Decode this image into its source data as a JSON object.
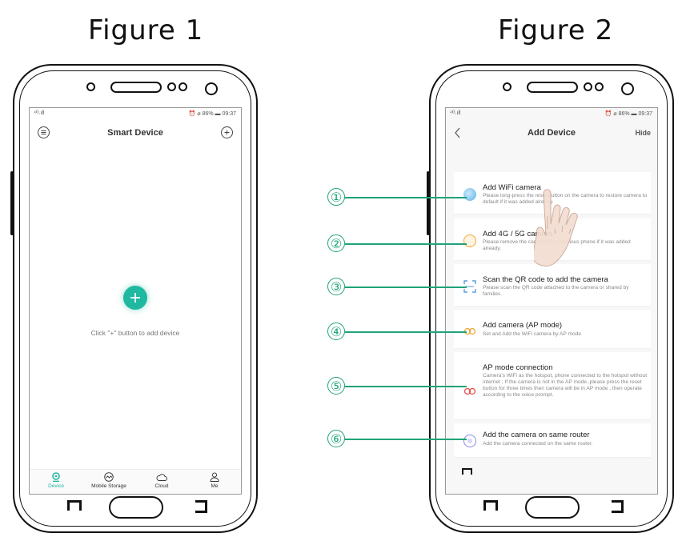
{
  "figures": {
    "left_title": "Figure 1",
    "right_title": "Figure 2"
  },
  "phone1": {
    "status_signal": "⁴ᴳ.ıll",
    "status_right": "⏰ ⌀ 86% ▬ 09:37",
    "menu_icon": "list-icon",
    "add_icon": "plus-circle-icon",
    "title": "Smart Device",
    "empty_hint": "Click \"+\" button to add device",
    "add_button_icon": "plus-icon",
    "tabs": [
      {
        "label": "Device",
        "icon": "camera-icon",
        "active": true
      },
      {
        "label": "Mobile Storage",
        "icon": "storage-icon",
        "active": false
      },
      {
        "label": "Cloud",
        "icon": "cloud-icon",
        "active": false
      },
      {
        "label": "Me",
        "icon": "person-icon",
        "active": false
      }
    ],
    "accent": "#1fb8a0"
  },
  "phone2": {
    "status_signal": "⁴ᴳ.ıll",
    "status_right": "⏰ ⌀ 86% ▬ 09:37",
    "back_icon": "chevron-left-icon",
    "title": "Add Device",
    "hide_label": "Hide",
    "items": [
      {
        "num": "①",
        "title": "Add WiFi camera",
        "desc": "Please long-press the reset button on the camera to restore camera to default if it was added already.",
        "icon": "wifi-camera-icon",
        "color": "#5ab2e8"
      },
      {
        "num": "②",
        "title": "Add 4G / 5G camera",
        "desc": "Please remove the camera from previous phone if it was added already.",
        "icon": "4g-camera-icon",
        "color": "#f0a63a"
      },
      {
        "num": "③",
        "title": "Scan the QR code to add the camera",
        "desc": "Please scan the QR code attached to the camera or shared by families.",
        "icon": "qr-scan-icon",
        "color": "#5a9ee0"
      },
      {
        "num": "④",
        "title": "Add camera (AP mode)",
        "desc": "Set and Add the WiFi camera by AP mode",
        "icon": "ap-mode-icon",
        "color": "#f0a63a"
      },
      {
        "num": "⑤",
        "title": "AP mode connection",
        "desc": "Camera's WiFi as the hotspot, phone connected to the hotspot without internet ; If the camera is not in the AP mode ,please press the reset button for three times then camera will be in AP mode , then operate according to the voice prompt.",
        "icon": "ap-connection-icon",
        "color": "#e8504a"
      },
      {
        "num": "⑥",
        "title": "Add the camera on same router",
        "desc": "Add the camera connected on the same router.",
        "icon": "router-icon",
        "color": "#8a8ae0"
      }
    ],
    "hand_icon": "pointing-hand-icon"
  }
}
